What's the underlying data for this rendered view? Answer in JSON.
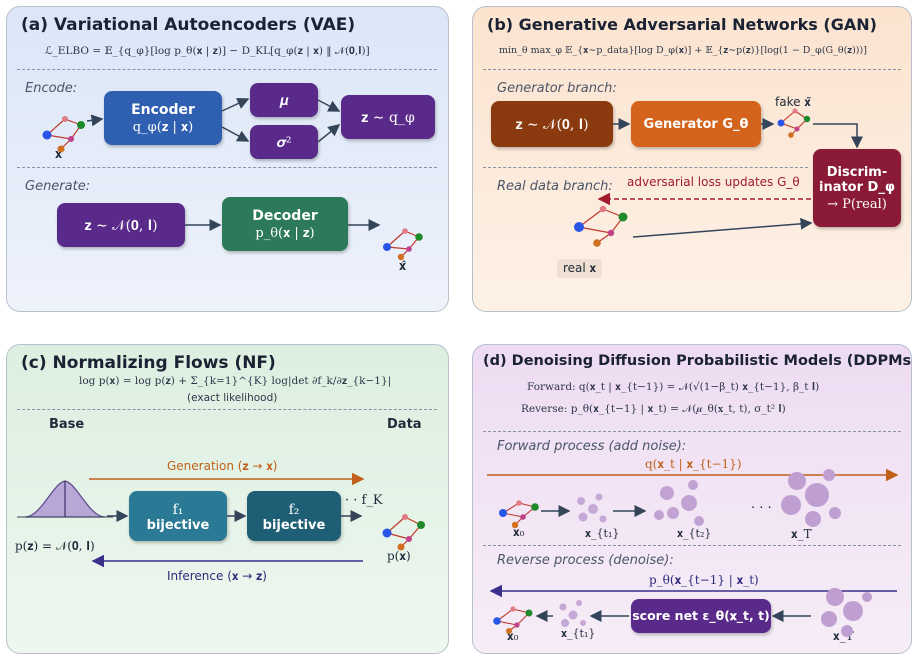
{
  "vae": {
    "title": "(a) Variational Autoencoders (VAE)",
    "elbo": "ℒ_ELBO = 𝔼_{q_φ}[log p_θ(𝐱 | 𝐳)] − D_KL[q_φ(𝐳 | 𝐱) ‖ 𝒩(𝟎,𝐈)]",
    "encode_label": "Encode:",
    "generate_label": "Generate:",
    "x_label": "𝐱",
    "encoder_title": "Encoder",
    "encoder_sub": "q_φ(𝐳 | 𝐱)",
    "mu": "𝝁",
    "sigma": "𝝈²",
    "z_sample": "𝐳 ∼ q_φ",
    "prior": "𝐳 ∼ 𝒩(𝟎, 𝐈)",
    "decoder_title": "Decoder",
    "decoder_sub": "p_θ(𝐱 | 𝐳)",
    "xhat_label": "𝐱̂"
  },
  "gan": {
    "title": "(b) Generative Adversarial Networks (GAN)",
    "objective": "min_θ max_φ  𝔼_{𝐱∼p_data}[log D_φ(𝐱)] + 𝔼_{𝐳∼p(𝐳)}[log(1 − D_φ(G_θ(𝐳)))]",
    "gen_branch": "Generator branch:",
    "real_branch": "Real data branch:",
    "prior": "𝐳 ∼ 𝒩(𝟎, 𝐈)",
    "generator": "Generator G_θ",
    "fake_label": "fake 𝐱̃",
    "disc_line1": "Discrim-",
    "disc_line2": "inator D_φ",
    "disc_line3": "→ P(real)",
    "adv_label": "adversarial loss updates G_θ",
    "real_label": "real 𝐱"
  },
  "nf": {
    "title": "(c) Normalizing Flows (NF)",
    "eq": "log p(𝐱) = log p(𝐳) + Σ_{k=1}^{K} log|det ∂f_k/∂𝐳_{k−1}|",
    "eq_note": "(exact likelihood)",
    "base_label": "Base",
    "data_label": "Data",
    "generation": "Generation (𝐳 → 𝐱)",
    "inference": "Inference (𝐱 → 𝐳)",
    "f1": "f₁",
    "f2": "f₂",
    "bijective": "bijective",
    "fk": "· · f_K",
    "pz": "p(𝐳) = 𝒩(𝟎, 𝐈)",
    "px": "p(𝐱)"
  },
  "ddpm": {
    "title": "(d) Denoising Diffusion Probabilistic Models (DDPMs)",
    "forward_eq": "Forward:  q(𝐱_t | 𝐱_{t−1}) = 𝒩(√(1−β_t) 𝐱_{t−1}, β_t 𝐈)",
    "reverse_eq": "Reverse:  p_θ(𝐱_{t−1} | 𝐱_t) = 𝒩(𝝁_θ(𝐱_t, t), σ_t² 𝐈)",
    "forward_label": "Forward process (add noise):",
    "reverse_label": "Reverse process (denoise):",
    "q_label": "q(𝐱_t | 𝐱_{t−1})",
    "p_label": "p_θ(𝐱_{t−1} | 𝐱_t)",
    "x0": "𝐱₀",
    "xt1": "𝐱_{t₁}",
    "xt2": "𝐱_{t₂}",
    "xT": "𝐱_T",
    "dots": "· · ·",
    "score_net": "score net ε_θ(𝐱_t, t)"
  },
  "colors": {
    "vae_bg": "#e3ebf8",
    "gan_bg": "#fbe8d6",
    "nf_bg": "#e2f1e4",
    "ddpm_bg": "#f1e4f3",
    "blue_box": "#2f5fb0",
    "purple_box": "#5a2a8a",
    "green_box": "#2d7a5a",
    "brown_box": "#8b3a10",
    "orange_box": "#d4641c",
    "maroon_box": "#8a1a35",
    "teal_box": "#2a7a95",
    "dark_teal_box": "#1e5f75"
  }
}
